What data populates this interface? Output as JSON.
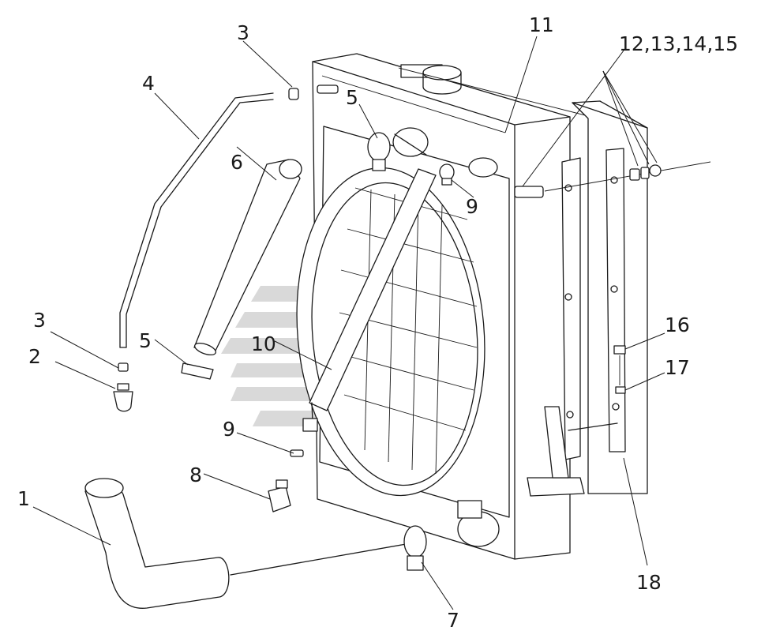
{
  "labels": {
    "p1": "1",
    "p2": "2",
    "p3a": "3",
    "p3b": "3",
    "p4": "4",
    "p5a": "5",
    "p5b": "5",
    "p6": "6",
    "p7": "7",
    "p8": "8",
    "p9a": "9",
    "p9b": "9",
    "p10": "10",
    "p11": "11",
    "p12_15": "12,13,14,15",
    "p16": "16",
    "p17": "17",
    "p18": "18"
  },
  "colors": {
    "line": "#1a1a1a",
    "watermark": "#b9b9b9",
    "background": "#ffffff"
  }
}
